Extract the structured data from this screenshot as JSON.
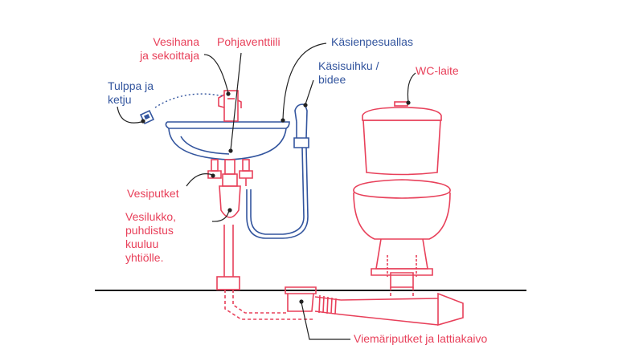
{
  "colors": {
    "red": "#e8405a",
    "blue": "#33559e",
    "leader": "#222222",
    "floor": "#1a1a1a"
  },
  "labels": {
    "vesihana_line1": "Vesihana",
    "vesihana_line2": "ja sekoittaja",
    "pohjaventtiili": "Pohjaventtiili",
    "kasienpesuallas": "Käsienpesuallas",
    "kasisuihku_line1": "Käsisuihku /",
    "kasisuihku_line2": "bidee",
    "wc_laite": "WC-laite",
    "tulppa_line1": "Tulppa ja",
    "tulppa_line2": "ketju",
    "vesiputket": "Vesiputket",
    "vesilukko_line1": "Vesilukko,",
    "vesilukko_line2": "puhdistus",
    "vesilukko_line3": "kuuluu",
    "vesilukko_line4": "yhtiölle.",
    "viemariputket": "Viemäriputket ja lattiakaivo"
  }
}
